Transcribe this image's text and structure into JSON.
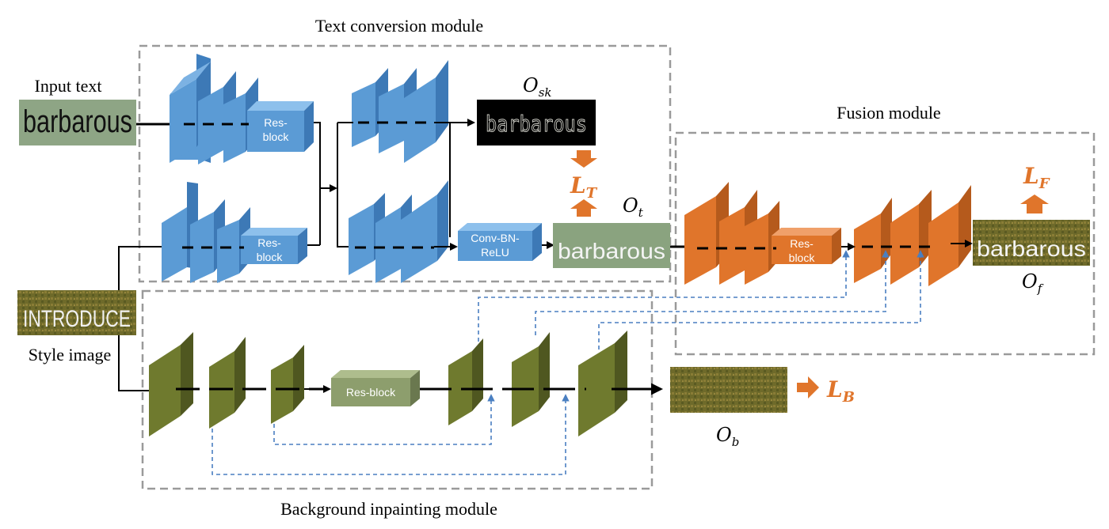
{
  "modules": {
    "text_conversion": "Text conversion module",
    "fusion": "Fusion module",
    "background_inpainting": "Background inpainting module"
  },
  "labels": {
    "input_text": "Input text",
    "style_image": "Style image"
  },
  "images": {
    "input_text_word": "barbarous",
    "style_image_word": "INTRODUCE",
    "o_sk_word": "barbarous",
    "o_t_word": "barbarous",
    "o_f_word": "barbarous"
  },
  "blocks": {
    "res_block_top": [
      "Res-",
      "block"
    ],
    "res_block_mid": [
      "Res-",
      "block"
    ],
    "conv_bn_relu": [
      "Conv-BN-",
      "ReLU"
    ],
    "res_block_fusion": [
      "Res-",
      "block"
    ],
    "res_block_bg": "Res-block"
  },
  "outputs": {
    "o_sk": {
      "base": "O",
      "sub": "sk"
    },
    "o_t": {
      "base": "O",
      "sub": "t"
    },
    "o_f": {
      "base": "O",
      "sub": "f"
    },
    "o_b": {
      "base": "O",
      "sub": "b"
    }
  },
  "losses": {
    "l_t": {
      "base": "L",
      "sub": "T"
    },
    "l_f": {
      "base": "L",
      "sub": "F"
    },
    "l_b": {
      "base": "L",
      "sub": "B"
    }
  },
  "colors": {
    "blue": "#5b9bd5",
    "orange": "#e0752b",
    "olive": "#6f7a2e",
    "green_output": "#8aa37f",
    "res_block_green": "#8d9e6d",
    "skip_line": "#4a7fc1"
  }
}
